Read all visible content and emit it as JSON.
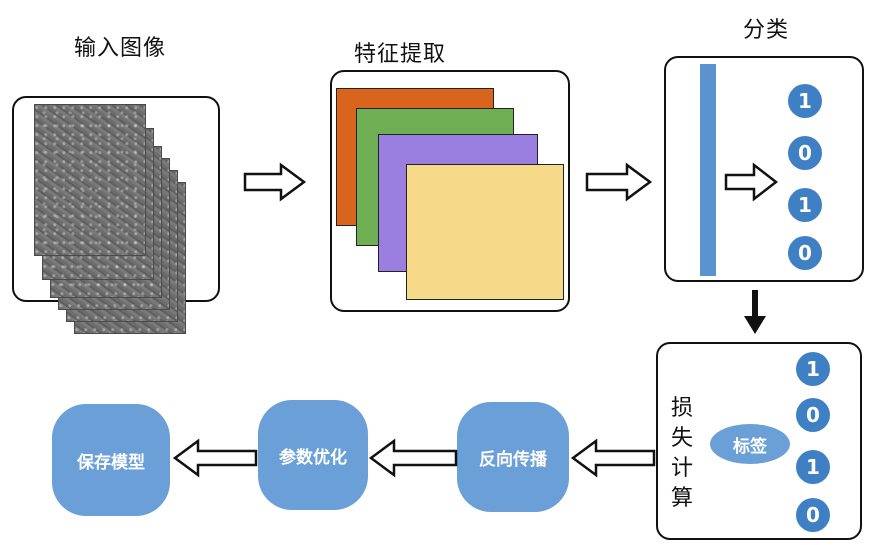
{
  "titles": {
    "input": "输入图像",
    "feature": "特征提取",
    "classify": "分类"
  },
  "classify_digits": [
    "1",
    "0",
    "1",
    "0"
  ],
  "loss": {
    "chars": [
      "损",
      "失",
      "计",
      "算"
    ],
    "label": "标签",
    "digits": [
      "1",
      "0",
      "1",
      "0"
    ]
  },
  "steps": {
    "backprop": "反向传播",
    "optimize": "参数优化",
    "save": "保存模型"
  },
  "colors": {
    "layer_orange": "#d9641e",
    "layer_green": "#6fae52",
    "layer_purple": "#9b7fe0",
    "layer_yellow": "#f7d98a",
    "blue_bar": "#5b93cf",
    "digit_blue": "#3f7fc4",
    "blob_blue": "#6a9fd8"
  }
}
